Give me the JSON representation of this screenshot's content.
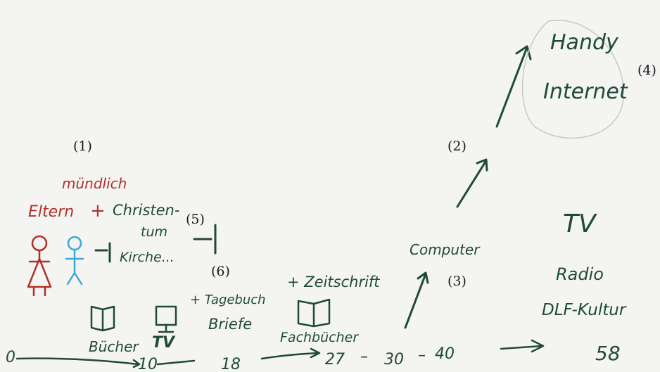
{
  "markers": {
    "m1": "(1)",
    "m2": "(2)",
    "m3": "(3)",
    "m4": "(4)",
    "m5": "(5)",
    "m6": "(6)"
  },
  "timeline": {
    "start": "0",
    "age10": "10",
    "age18": "18",
    "age27": "27",
    "dash1": "–",
    "age30": "30",
    "dash2": "–",
    "age40": "40",
    "age58": "58"
  },
  "left_notes": {
    "muendlich": "mündlich",
    "eltern": "Eltern",
    "plus": "+",
    "christen1": "Christen-",
    "christen2": "tum",
    "kirche": "Kirche..."
  },
  "media": {
    "buecher": "Bücher",
    "tv_small": "TV",
    "tagebuch": "+ Tagebuch",
    "briefe": "Briefe",
    "zeitschrift": "+ Zeitschrift",
    "fachbuecher": "Fachbücher",
    "computer": "Computer",
    "handy": "Handy",
    "internet": "Internet",
    "tv_large": "TV",
    "radio": "Radio",
    "dlf": "DLF-Kultur"
  },
  "colors": {
    "green_ink": "#1f4a3a",
    "red_ink": "#b3302a",
    "blue_ink": "#3aa9d6",
    "paper": "#f4f4f2"
  }
}
